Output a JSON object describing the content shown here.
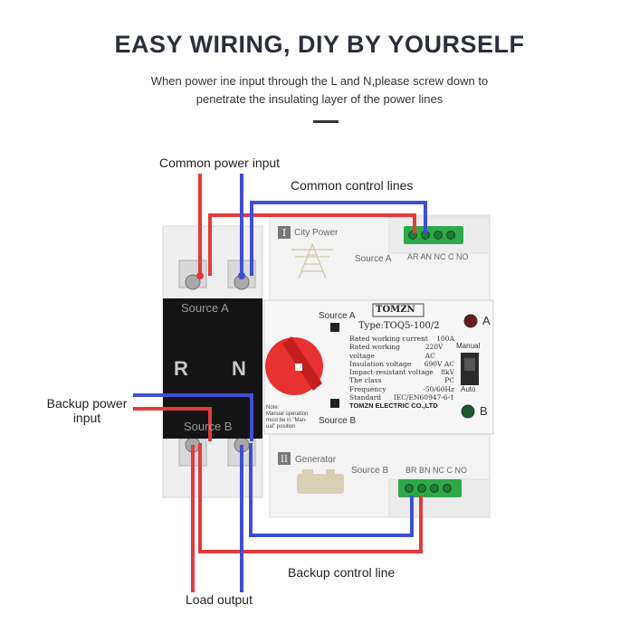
{
  "header": {
    "title": "EASY WIRING, DIY BY YOURSELF",
    "subtitle_line1": "When power ine input through the L and N,please screw down to",
    "subtitle_line2": "penetrate the insulating layer of the power lines"
  },
  "callouts": {
    "common_power_input": "Common power input",
    "common_control_lines": "Common control lines",
    "backup_power_input_line1": "Backup power",
    "backup_power_input_line2": "input",
    "backup_control_line": "Backup control line",
    "load_output": "Load output"
  },
  "device": {
    "city_power": "City Power",
    "source_a_top": "Source A",
    "terminals_top": "AR AN NC C NO",
    "black_source_a": "Source A",
    "label_r": "R",
    "label_n": "N",
    "black_source_b": "Source B",
    "knob_source_a": "Source A",
    "knob_source_b": "Source B",
    "brand": "TOMZN",
    "type": "Type:TOQ5-100/2",
    "spec_rows": [
      [
        "Rated working current",
        "100A"
      ],
      [
        "Rated working voltage",
        "220V AC"
      ],
      [
        "Insulation voltage",
        "690V AC"
      ],
      [
        "Impact-resistant voltage",
        "8kV"
      ],
      [
        "The class",
        "PC"
      ],
      [
        "Frequency",
        "-50/60Hz"
      ],
      [
        "Standard",
        "IEC/EN60947-6-1"
      ]
    ],
    "company": "TOMZN ELECTRIC CO.,LTD",
    "indicator_a": "A",
    "indicator_b": "B",
    "manual": "Manual",
    "auto": "Auto",
    "note_line1": "Note:",
    "note_line2": "Manual operation",
    "note_line3": "must be in \"Man-",
    "note_line4": "ual\" position",
    "generator": "Generator",
    "source_b_bottom": "Source B",
    "terminals_bottom": "BR BN NC C NO"
  },
  "colors": {
    "red_wire": "#e23b3b",
    "blue_wire": "#3d4fd6",
    "green_terminal": "#2fa84a",
    "knob": "#e8322f"
  }
}
